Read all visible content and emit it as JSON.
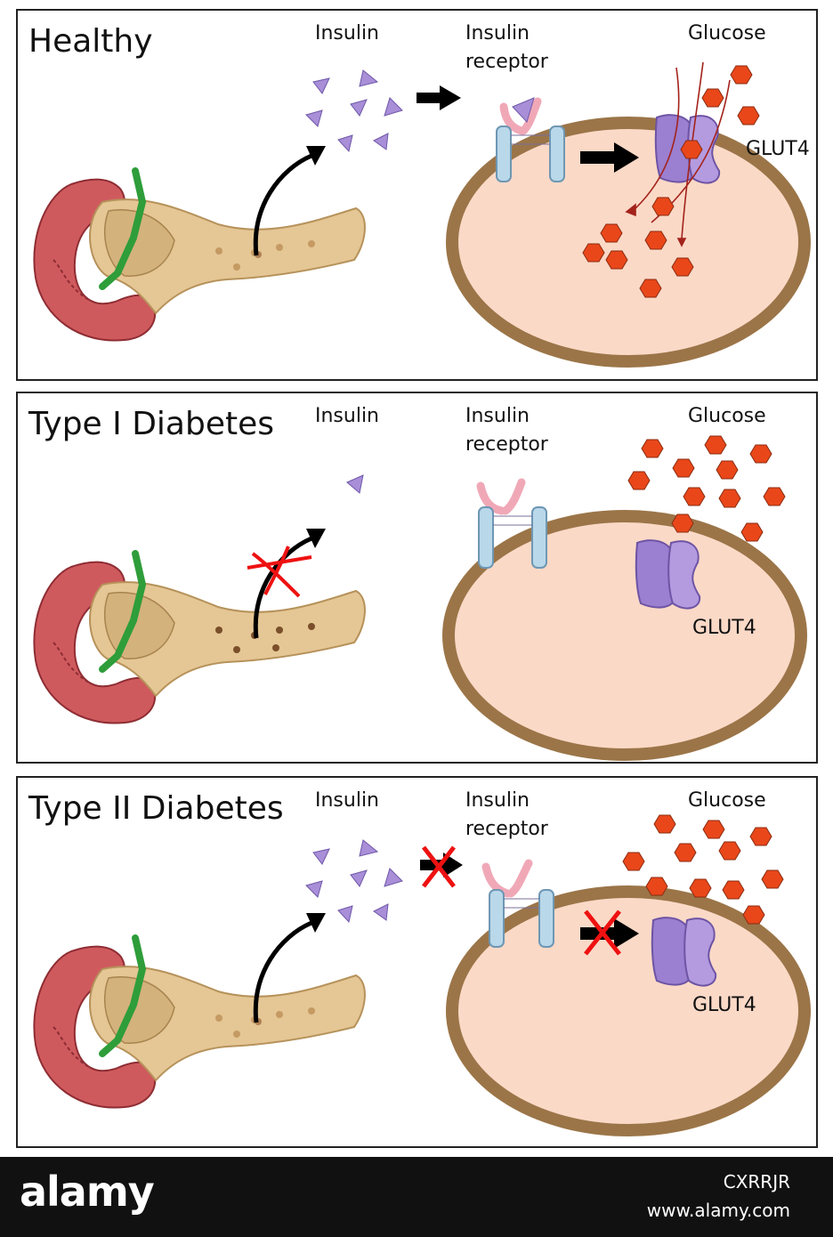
{
  "panels": [
    {
      "title": "Healthy",
      "insulin_label": "Insulin",
      "receptor_label": "Insulin\nreceptor",
      "glucose_label": "Glucose",
      "glut4_label": "GLUT4"
    },
    {
      "title": "Type I Diabetes",
      "insulin_label": "Insulin",
      "receptor_label": "Insulin\nreceptor",
      "glucose_label": "Glucose",
      "glut4_label": "GLUT4"
    },
    {
      "title": "Type II Diabetes",
      "insulin_label": "Insulin",
      "receptor_label": "Insulin\nreceptor",
      "glucose_label": "Glucose",
      "glut4_label": "GLUT4"
    }
  ],
  "watermark": {
    "logo": "alamy",
    "image_code": "CXRRJR",
    "url": "www.alamy.com"
  },
  "colors": {
    "cell_membrane": "#9b7548",
    "cytoplasm": "#fbd9c7",
    "insulin": "#a98ed8",
    "glucose": "#e9471a",
    "glut4": "#9b7fd0",
    "pancreas": "#e5c695",
    "duodenum": "#cf5a5e",
    "duct": "#2e9d3a",
    "block_mark": "#ee1111"
  }
}
